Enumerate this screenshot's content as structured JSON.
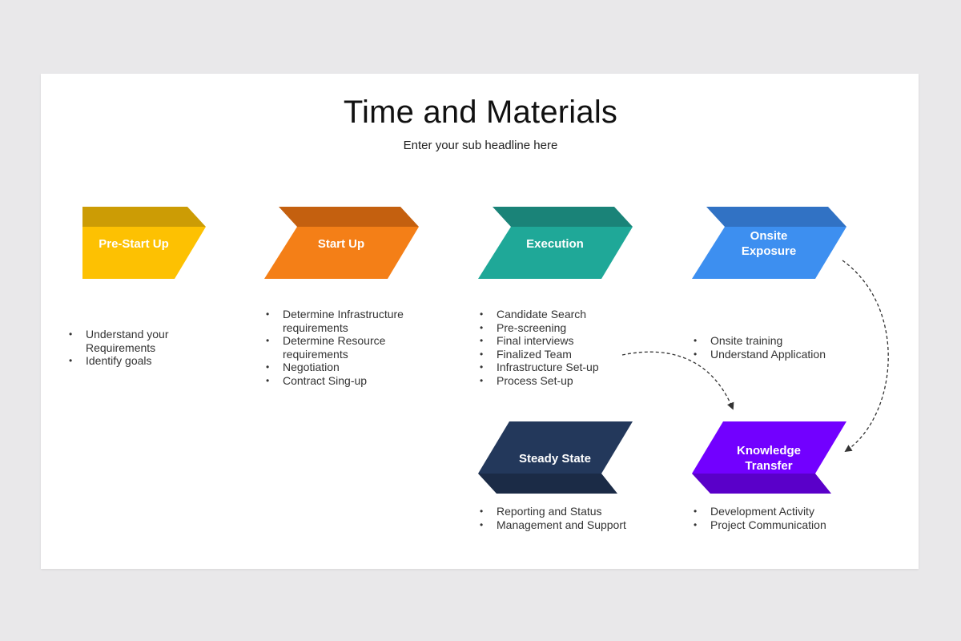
{
  "title": "Time and Materials",
  "subtitle": "Enter your sub headline here",
  "colors": {
    "background": "#e9e8ea",
    "slide": "#ffffff",
    "pre_start_up": [
      "#fdc102",
      "#cc9c05"
    ],
    "start_up": [
      "#f47f17",
      "#c4600f"
    ],
    "execution": [
      "#1fa898",
      "#1a8378"
    ],
    "onsite_exposure": [
      "#3d8ff0",
      "#3172c4"
    ],
    "steady_state": [
      "#23385b",
      "#1b2b46"
    ],
    "knowledge_transfer": [
      "#7200ff",
      "#5a00c9"
    ]
  },
  "stages": [
    {
      "id": "pre_start_up",
      "lines": [
        "Pre-Start Up"
      ],
      "bullets": [
        "Understand your Requirements",
        "Identify goals"
      ]
    },
    {
      "id": "start_up",
      "lines": [
        "Start Up"
      ],
      "bullets": [
        "Determine Infrastructure requirements",
        "Determine Resource requirements",
        "Negotiation",
        "Contract Sing-up"
      ]
    },
    {
      "id": "execution",
      "lines": [
        "Execution"
      ],
      "bullets": [
        "Candidate Search",
        "Pre-screening",
        "Final interviews",
        "Finalized Team",
        "Infrastructure Set-up",
        "Process Set-up"
      ]
    },
    {
      "id": "onsite_exposure",
      "lines": [
        "Onsite",
        "Exposure"
      ],
      "bullets": [
        "Onsite training",
        "Understand Application"
      ]
    },
    {
      "id": "steady_state",
      "lines": [
        "Steady State"
      ],
      "bullets": [
        "Reporting and Status",
        "Management and Support"
      ]
    },
    {
      "id": "knowledge_transfer",
      "lines": [
        "Knowledge",
        "Transfer"
      ],
      "bullets": [
        "Development Activity",
        "Project Communication"
      ]
    }
  ],
  "connectors": [
    {
      "from": "execution",
      "to": "knowledge_transfer",
      "style": "dashed-arrow"
    },
    {
      "from": "onsite_exposure",
      "to": "knowledge_transfer",
      "style": "dashed-arrow"
    }
  ]
}
